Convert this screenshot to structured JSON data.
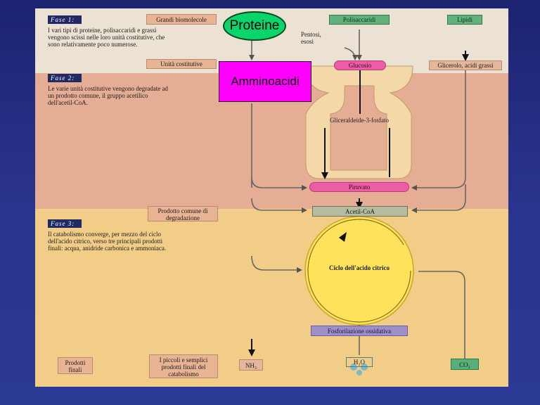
{
  "phase1": {
    "tag": "Fase 1:",
    "text": "I vari tipi di proteine, polisaccaridi e grassi vengono scissi nelle loro unità costitutive, che sono relativamente poco numerose."
  },
  "phase2": {
    "tag": "Fase 2:",
    "text": "Le varie unità costitutive vengono degradate ad un prodotto comune, il gruppo acetilico dell'acetil-CoA."
  },
  "phase3": {
    "tag": "Fase 3:",
    "text": "Il catabolismo converge, per mezzo del ciclo dell'acido citrico, verso tre principali prodotti finali: acqua, anidride carbonica e ammoniaca."
  },
  "labels": {
    "biomolecules": "Grandi biomolecole",
    "building_units": "Unità costitutive",
    "common_product": "Prodotto comune di degradazione",
    "final_products": "Prodotti finali",
    "small_final": "I piccoli e semplici prodotti finali del catabolismo"
  },
  "nodes": {
    "proteine": "Proteine",
    "polisaccaridi": "Polisaccaridi",
    "lipidi": "Lipidi",
    "pentosi": "Pentosi, esosi",
    "amminoacidi": "Amminoacidi",
    "glucosio": "Glucosio",
    "glicerolo": "Glicerolo, acidi grassi",
    "gliceraldeide": "Gliceraldeide-3-fosfato",
    "piruvato": "Piruvato",
    "acetilcoa": "Acetil-CoA",
    "ciclo": "Ciclo dell'acido citrico",
    "fosforilazione": "Fosforilazione ossidativa",
    "nh3": "NH₃",
    "h2o": "H₂O",
    "co2": "CO₂"
  }
}
